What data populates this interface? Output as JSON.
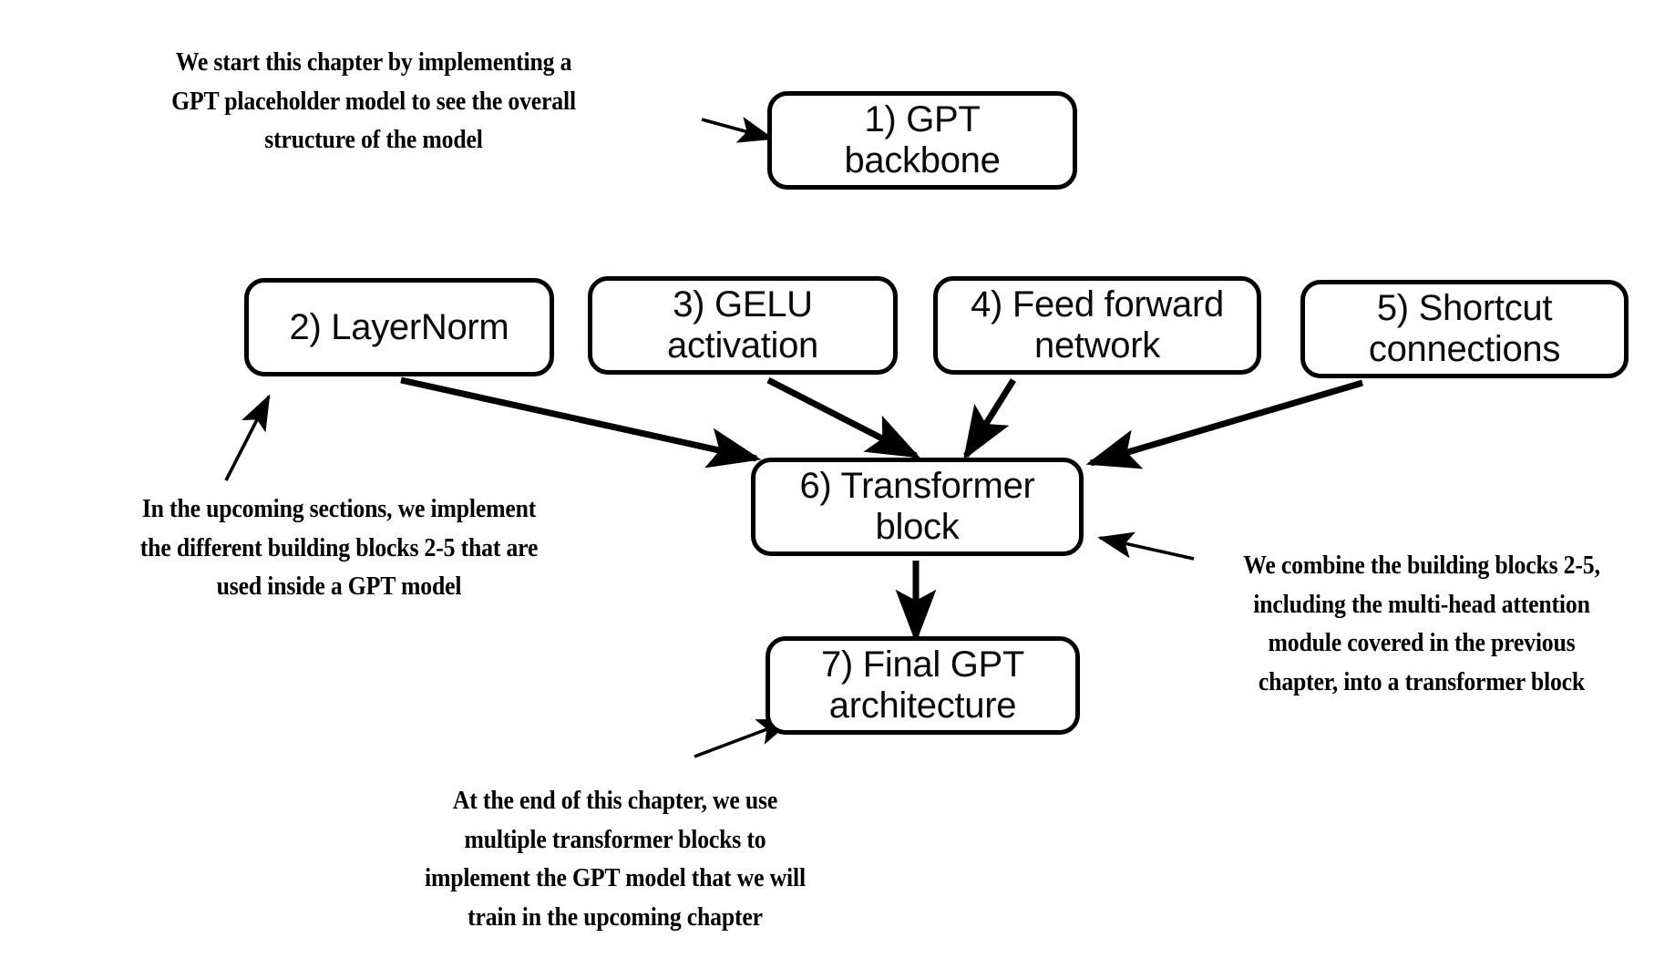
{
  "diagram": {
    "title": "GPT model chapter overview flow",
    "background_color": "#ffffff",
    "stroke_color": "#000000",
    "nodes": [
      {
        "id": "gpt-backbone",
        "label": "1) GPT\nbackbone"
      },
      {
        "id": "layernorm",
        "label": "2) LayerNorm"
      },
      {
        "id": "gelu-activation",
        "label": "3) GELU\nactivation"
      },
      {
        "id": "feed-forward",
        "label": "4) Feed forward\nnetwork"
      },
      {
        "id": "shortcut",
        "label": "5) Shortcut\nconnections"
      },
      {
        "id": "transformer-block",
        "label": "6) Transformer\nblock"
      },
      {
        "id": "final-gpt",
        "label": "7) Final GPT\narchitecture"
      }
    ],
    "notes": [
      {
        "id": "note-start",
        "text": "We start this chapter by implementing a\nGPT placeholder model to see the overall\nstructure of the model"
      },
      {
        "id": "note-building-blocks",
        "text": "In the upcoming sections, we implement\nthe different building blocks 2-5 that are\nused inside a GPT model"
      },
      {
        "id": "note-combine",
        "text": "We combine the building blocks 2-5,\nincluding the multi-head attention\nmodule covered in the previous\nchapter, into a transformer block"
      },
      {
        "id": "note-end",
        "text": "At the end of this chapter, we use\nmultiple transformer blocks to\nimplement the GPT model that we will\ntrain in the upcoming chapter"
      }
    ],
    "connections": [
      {
        "id": "note-start-to-gpt-backbone",
        "from": "note-start",
        "to": "gpt-backbone"
      },
      {
        "id": "layernorm-to-transformer",
        "from": "layernorm",
        "to": "transformer-block"
      },
      {
        "id": "gelu-to-transformer",
        "from": "gelu-activation",
        "to": "transformer-block"
      },
      {
        "id": "feed-forward-to-transformer",
        "from": "feed-forward",
        "to": "transformer-block"
      },
      {
        "id": "shortcut-to-transformer",
        "from": "shortcut",
        "to": "transformer-block"
      },
      {
        "id": "transformer-to-final-gpt",
        "from": "transformer-block",
        "to": "final-gpt"
      },
      {
        "id": "note-building-blocks-to-layernorm",
        "from": "note-building-blocks",
        "to": "layernorm"
      },
      {
        "id": "note-combine-to-transformer",
        "from": "note-combine",
        "to": "transformer-block"
      },
      {
        "id": "note-end-to-final-gpt",
        "from": "note-end",
        "to": "final-gpt"
      }
    ]
  }
}
